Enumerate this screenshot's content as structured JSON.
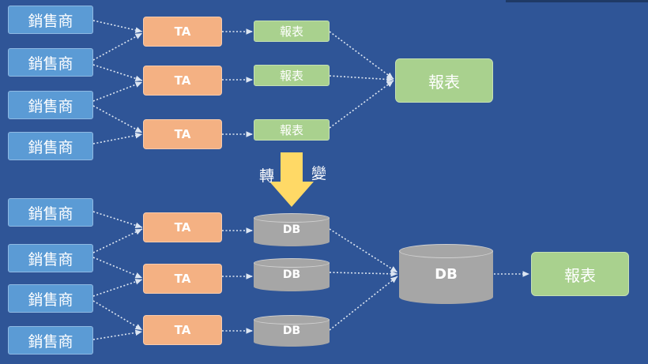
{
  "colors": {
    "background": "#2f5597",
    "dealer": "#5b9bd5",
    "ta": "#f4b183",
    "report": "#a9d18e",
    "db": "#a6a6a6",
    "transform_arrow": "#ffd966"
  },
  "top_section": {
    "dealers": [
      "銷售商",
      "銷售商",
      "銷售商",
      "銷售商"
    ],
    "ta_nodes": [
      "TA",
      "TA",
      "TA"
    ],
    "reports": [
      "報表",
      "報表",
      "報表"
    ],
    "final_report": "報表"
  },
  "transition": {
    "icon": "down-arrow-icon",
    "label_left": "轉",
    "label_right": "變"
  },
  "bottom_section": {
    "dealers": [
      "銷售商",
      "銷售商",
      "銷售商",
      "銷售商"
    ],
    "ta_nodes": [
      "TA",
      "TA",
      "TA"
    ],
    "dbs": [
      "DB",
      "DB",
      "DB"
    ],
    "central_db": "DB",
    "final_report": "報表"
  }
}
